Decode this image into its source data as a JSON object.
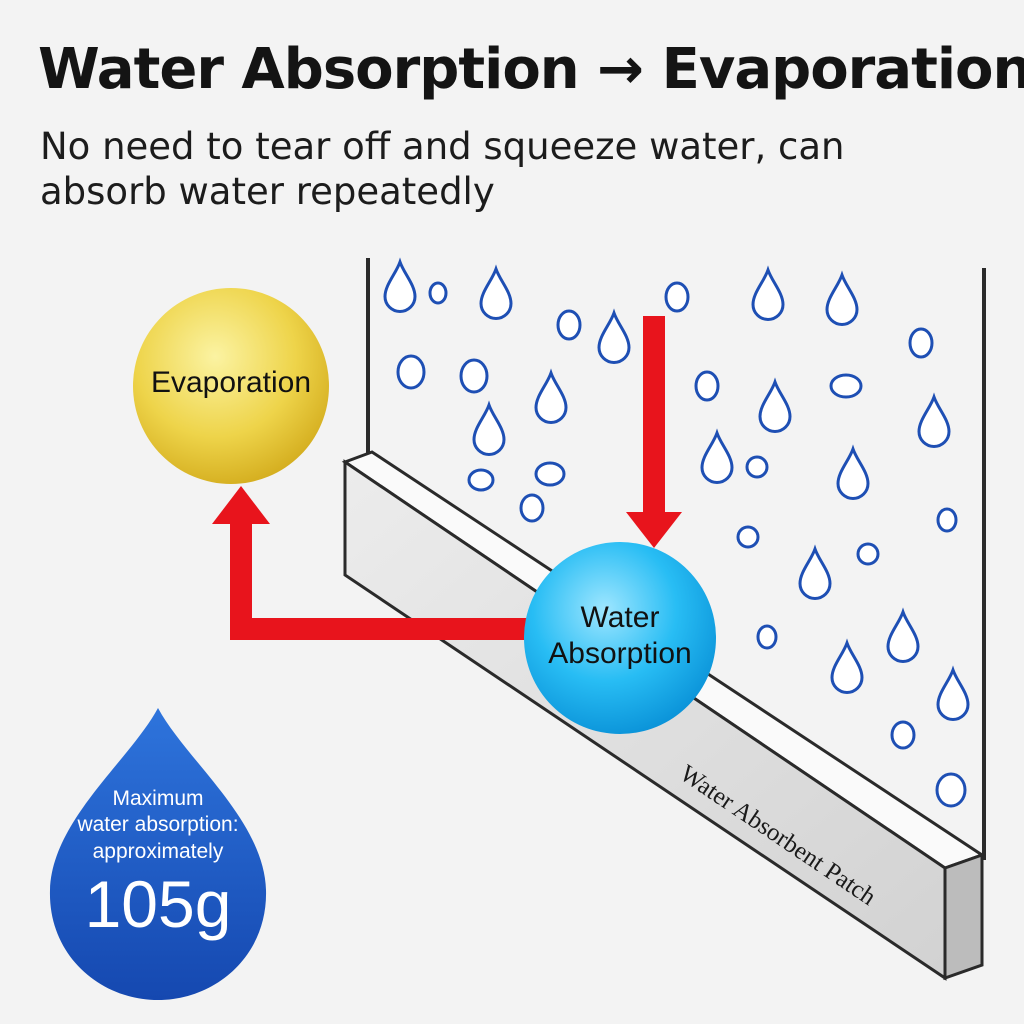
{
  "header": {
    "title": "Water Absorption → Evaporation",
    "subtitle": "No need to tear off and squeeze water, can absorb water repeatedly"
  },
  "diagram": {
    "evaporation_label": "Evaporation",
    "absorption_label_line1": "Water",
    "absorption_label_line2": "Absorption",
    "patch_label": "Water Absorbent Patch"
  },
  "badge": {
    "line1": "Maximum",
    "line2": "water absorption:",
    "line3": "approximately",
    "value": "105g"
  },
  "colors": {
    "arrow": "#e8141c",
    "evaporation": "#e8c832",
    "absorption": "#18b4f0",
    "droplet_outline": "#1e4fb4",
    "badge": "#1f5fc8"
  }
}
